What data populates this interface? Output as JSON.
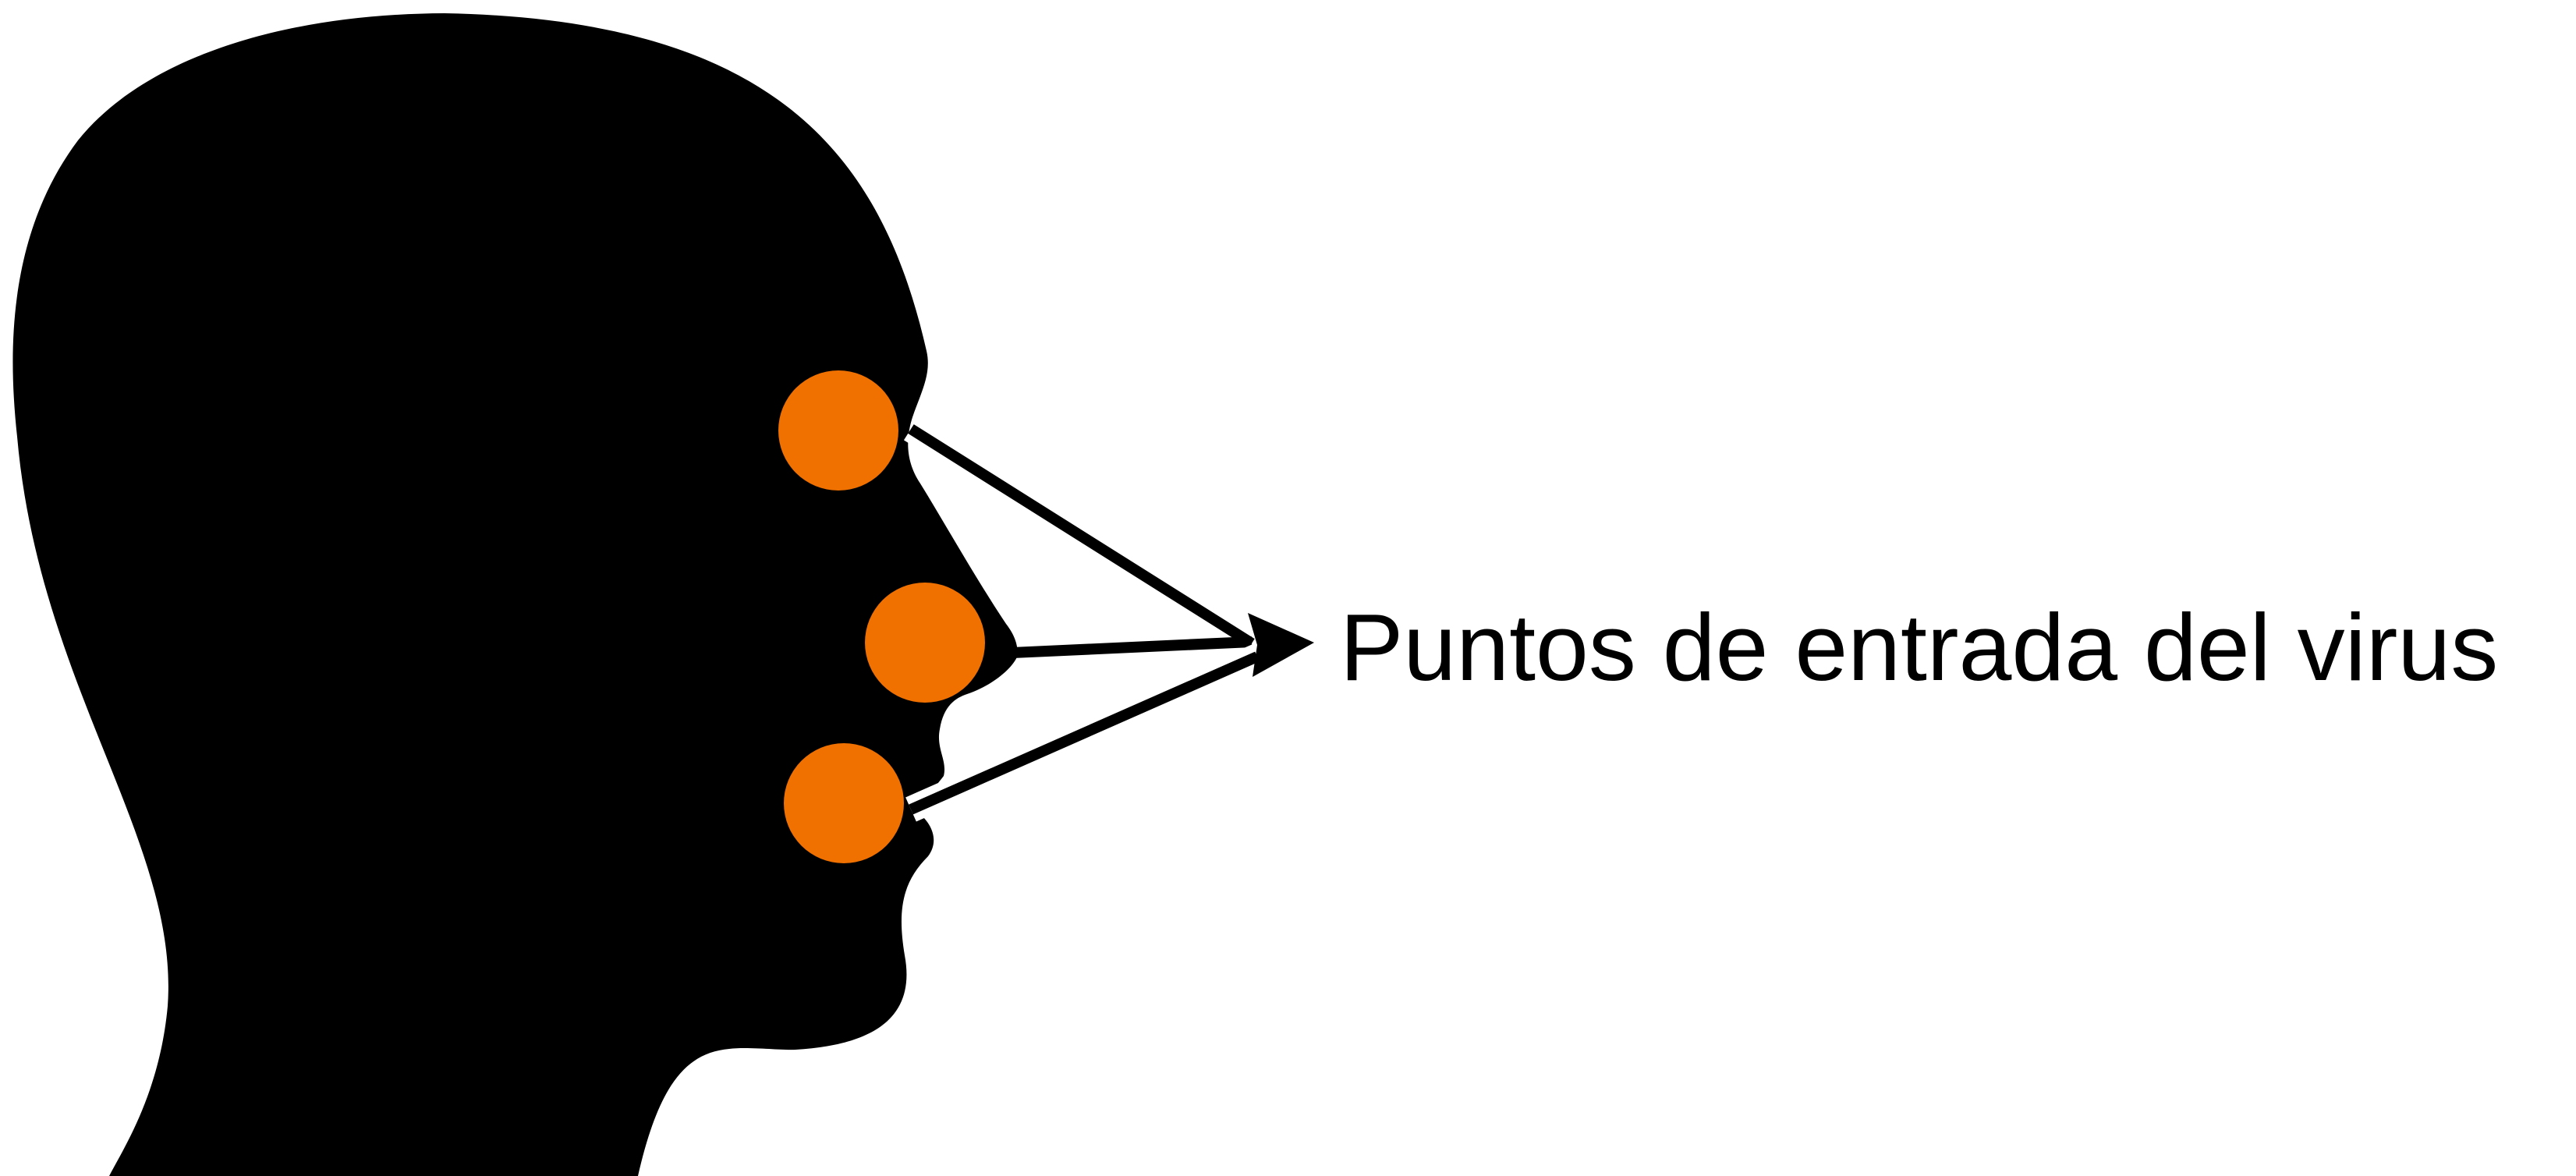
{
  "diagram": {
    "label": "Puntos de entrada del virus",
    "colors": {
      "silhouette": "#000000",
      "entry_point": "#F07000",
      "arrow": "#000000",
      "background": "#FFFFFF"
    },
    "entry_points": [
      {
        "name": "upper-entry-point"
      },
      {
        "name": "middle-entry-point"
      },
      {
        "name": "lower-entry-point"
      }
    ]
  }
}
